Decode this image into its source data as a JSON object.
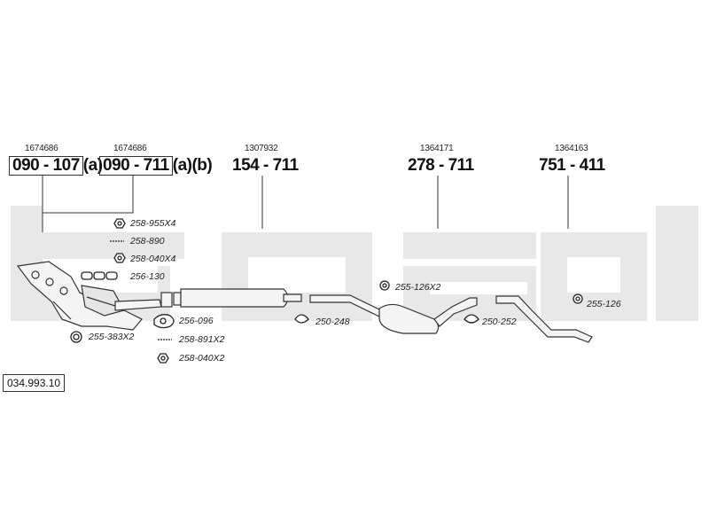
{
  "diagram_id": "034.993.10",
  "colors": {
    "watermark": "#e6e6e6",
    "line": "#333333",
    "text": "#111111"
  },
  "parts": [
    {
      "ref": "1674686",
      "number": "090 - 107",
      "suffix": "(a)"
    },
    {
      "ref": "1674686",
      "number": "090 - 711",
      "suffix": "(a)(b)"
    },
    {
      "ref": "1307932",
      "number": "154 - 711",
      "suffix": ""
    },
    {
      "ref": "1364171",
      "number": "278 - 711",
      "suffix": ""
    },
    {
      "ref": "1364163",
      "number": "751 - 411",
      "suffix": ""
    }
  ],
  "hardware": [
    {
      "label": "258-955X4",
      "icon": "nut-icon"
    },
    {
      "label": "258-890",
      "icon": "bolt-icon"
    },
    {
      "label": "258-040X4",
      "icon": "nut-icon"
    },
    {
      "label": "256-130",
      "icon": "gasket-icon"
    },
    {
      "label": "256-096",
      "icon": "gasket-icon"
    },
    {
      "label": "258-891X2",
      "icon": "bolt-icon"
    },
    {
      "label": "258-040X2",
      "icon": "nut-icon"
    },
    {
      "label": "255-383X2",
      "icon": "spring-icon"
    },
    {
      "label": "250-248",
      "icon": "clamp-icon"
    },
    {
      "label": "255-126X2",
      "icon": "rubber-mount-icon"
    },
    {
      "label": "250-252",
      "icon": "clamp-icon"
    },
    {
      "label": "255-126",
      "icon": "rubber-mount-icon"
    }
  ]
}
